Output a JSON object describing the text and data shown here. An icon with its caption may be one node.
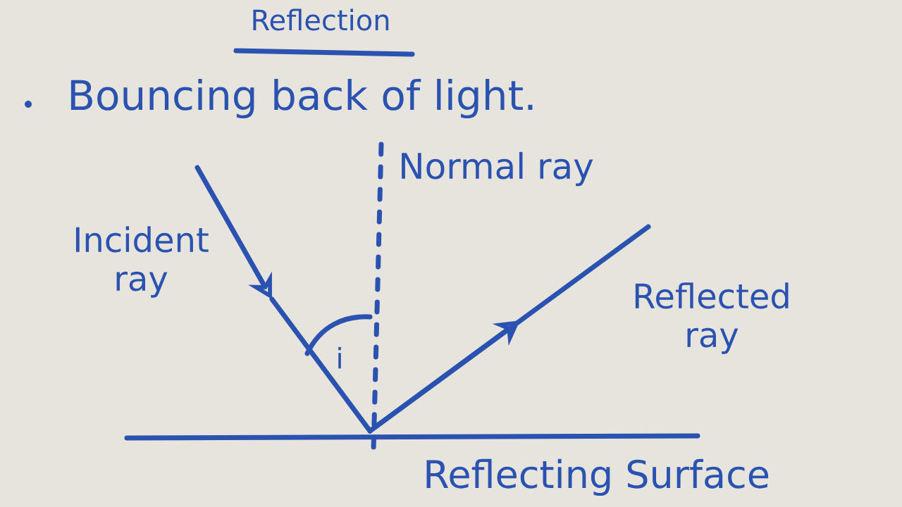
{
  "diagram": {
    "title": "Reflection",
    "labels": [
      "Bouncing back of light.",
      "Normal ray",
      "Incident ray",
      "Reflected ray",
      "i",
      "Reflecting Surface"
    ]
  }
}
